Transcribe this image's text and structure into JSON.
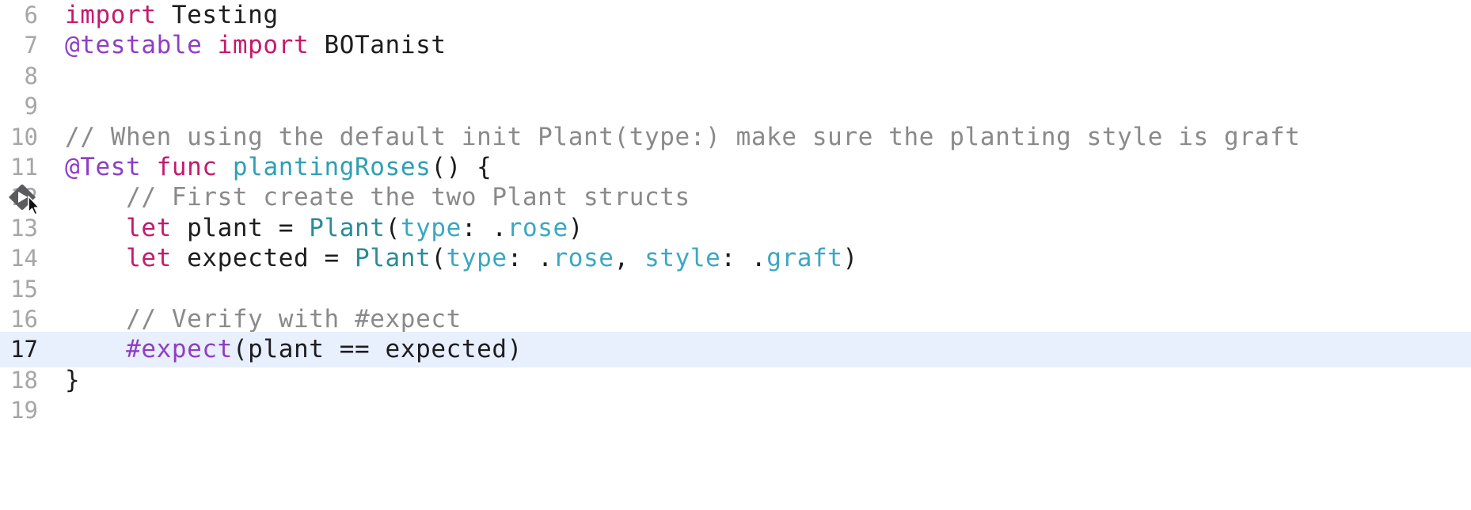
{
  "editor": {
    "language": "swift",
    "current_line": 17,
    "colors": {
      "keyword": "#c41a6e",
      "attribute": "#8f3ec4",
      "function": "#2e9fb5",
      "type": "#2a8c96",
      "member": "#3aa8c2",
      "comment": "#8a8a8a",
      "plain": "#1d1d1f",
      "current_line_bg": "#e8effd",
      "gutter": "#a6a6a6"
    },
    "run_test_icon": "run-test-diamond-icon",
    "lines": [
      {
        "number": "6",
        "code": "import Testing"
      },
      {
        "number": "7",
        "code": "@testable import BOTanist"
      },
      {
        "number": "8",
        "code": ""
      },
      {
        "number": "9",
        "code": ""
      },
      {
        "number": "10",
        "code": "// When using the default init Plant(type:) make sure the planting style is graft"
      },
      {
        "number": "11",
        "code": "@Test func plantingRoses() {"
      },
      {
        "number": "12",
        "code": "    // First create the two Plant structs"
      },
      {
        "number": "13",
        "code": "    let plant = Plant(type: .rose)"
      },
      {
        "number": "14",
        "code": "    let expected = Plant(type: .rose, style: .graft)"
      },
      {
        "number": "15",
        "code": ""
      },
      {
        "number": "16",
        "code": "    // Verify with #expect"
      },
      {
        "number": "17",
        "code": "    #expect(plant == expected)"
      },
      {
        "number": "18",
        "code": "}"
      },
      {
        "number": "19",
        "code": ""
      }
    ]
  }
}
